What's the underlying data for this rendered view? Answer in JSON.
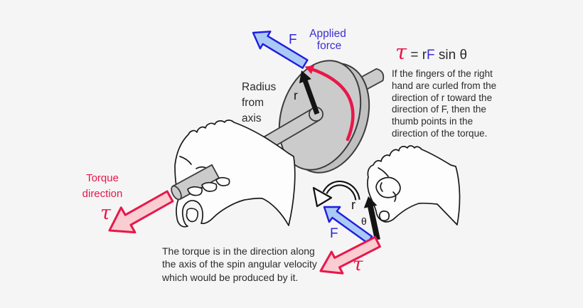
{
  "colors": {
    "background": "#f5f5f6",
    "red": "#e8174a",
    "red_fill": "#f9cdd1",
    "blue": "#1d1de0",
    "blue_fill": "#aac9f4",
    "indigo_text": "#3c2fd0",
    "gray_fill": "#cbcbcb",
    "gray_back": "#c0c0c0",
    "outline": "#3b3b3b",
    "ink": "#2b2b2b",
    "black": "#141414",
    "hand_fill": "#fdfdfd"
  },
  "main_figure": {
    "force_label": "F",
    "applied_force_line1": "Applied",
    "applied_force_line2": "force",
    "radius_line1": "Radius",
    "radius_line2": "from",
    "radius_line3": "axis",
    "radius_symbol": "r"
  },
  "equation": {
    "tau": "τ",
    "mid": " = r",
    "force": "F",
    "suffix": " sin θ"
  },
  "right_note": {
    "lines": [
      "If the fingers of the right",
      "hand are curled from the",
      "direction of r toward the",
      "direction of F, then the",
      "thumb points in the",
      "direction of the torque."
    ]
  },
  "torque_direction": {
    "line1": "Torque",
    "line2": "direction",
    "tau": "τ"
  },
  "bottom_note": {
    "lines": [
      "The torque is in the direction along",
      "the axis of the spin angular velocity",
      "which would be produced by it."
    ]
  },
  "small_diagram": {
    "radius": "r",
    "theta": "θ",
    "force": "F",
    "tau": "τ"
  }
}
